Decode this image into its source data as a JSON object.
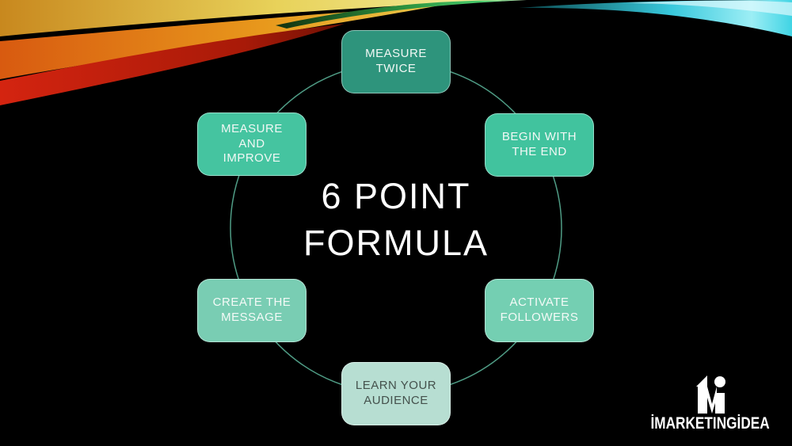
{
  "slide": {
    "title": "6 POINT\nFORMULA",
    "title_color": "#ffffff",
    "background_color": "#000000"
  },
  "diagram": {
    "type": "cycle",
    "circle_color": "#4f9c85",
    "items": [
      {
        "name": "measure-twice",
        "label": "MEASURE\nTWICE",
        "fill": "#2E947C",
        "text_color": "#F2F8F5"
      },
      {
        "name": "begin-with-the-end",
        "label": "BEGIN WITH\nTHE END",
        "fill": "#41C39E",
        "text_color": "#F2F8F5"
      },
      {
        "name": "activate-followers",
        "label": "ACTIVATE\nFOLLOWERS",
        "fill": "#74CFB2",
        "text_color": "#F4FAF7"
      },
      {
        "name": "learn-your-audience",
        "label": "LEARN YOUR\nAUDIENCE",
        "fill": "#B7DED2",
        "text_color": "#44514C"
      },
      {
        "name": "create-the-message",
        "label": "CREATE THE\nMESSAGE",
        "fill": "#79CDB3",
        "text_color": "#F4FAF7"
      },
      {
        "name": "measure-and-improve",
        "label": "MEASURE\nAND\nIMPROVE",
        "fill": "#45C4A0",
        "text_color": "#F2F8F5"
      }
    ]
  },
  "branding": {
    "logo_text": "İMARKETINGİDEA",
    "logo_icon": "im-monogram",
    "logo_color": "#ffffff"
  },
  "decor": {
    "flame_colors": [
      "#f2eda0",
      "#e07414",
      "#d42410"
    ],
    "green_swoosh_color": "#46c86a",
    "cyan_swoosh_color": "#38c8dc"
  }
}
